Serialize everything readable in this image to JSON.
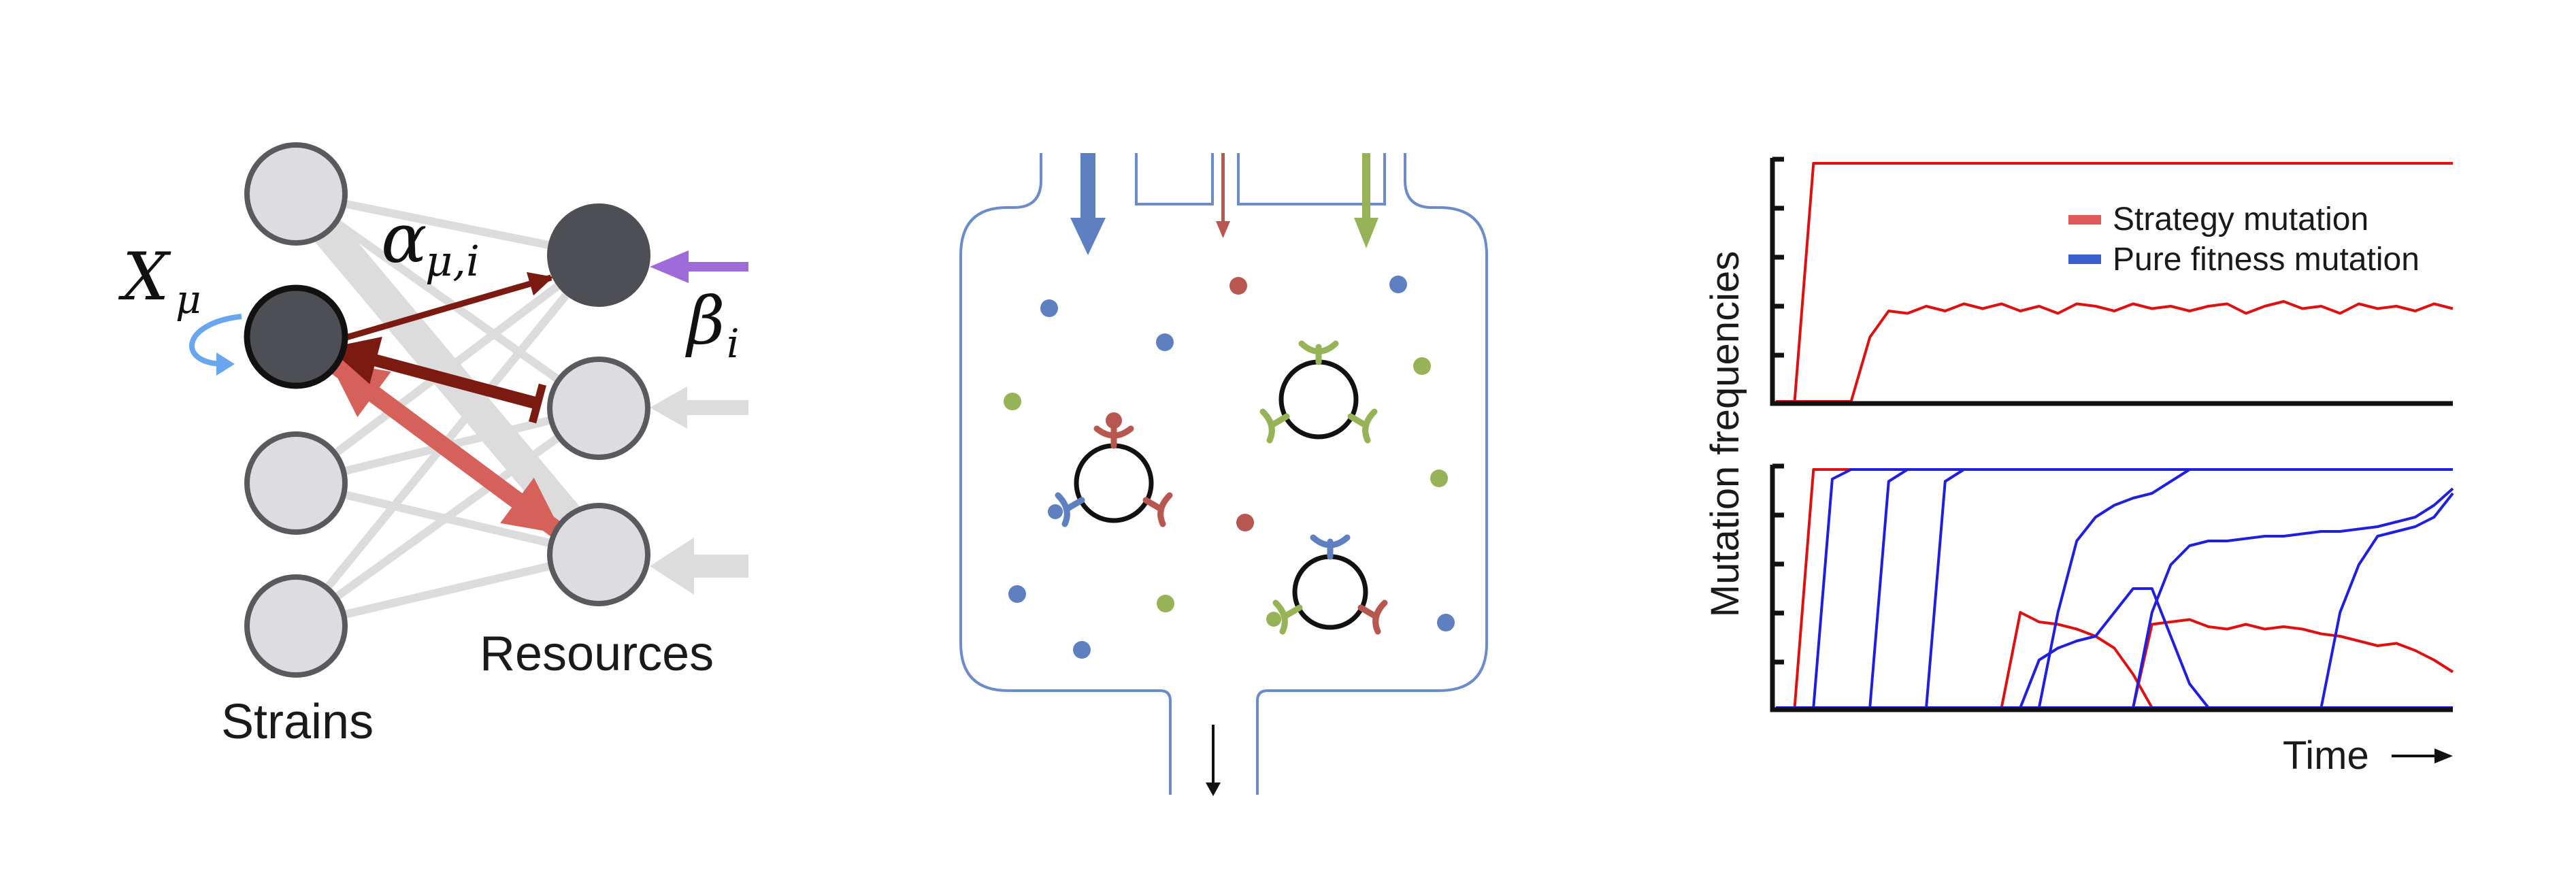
{
  "network": {
    "strains_label": "Strains",
    "resources_label": "Resources",
    "alpha_label": "α",
    "alpha_sub": "μ,i",
    "x_label": "X",
    "x_sub": "μ",
    "beta_label": "β",
    "beta_sub": "i",
    "colors": {
      "node_fill": "#dddde0",
      "node_stroke": "#5a5a5e",
      "node_dark": "#4e4f55",
      "dark_red": "#7b1a10",
      "salmon": "#d6615a",
      "purple": "#9f6bd9",
      "light_blue": "#6aa6ee",
      "grey_line": "#dcdcdc"
    }
  },
  "chemostat": {
    "colors": {
      "blue": "#5e80c0",
      "red": "#b85650",
      "green": "#97b357",
      "outline": "#6b8cc9"
    }
  },
  "plots": {
    "ylabel": "Mutation frequencies",
    "xlabel": "Time",
    "legend": [
      {
        "label": "Strategy mutation",
        "color": "#e05a5a"
      },
      {
        "label": "Pure fitness mutation",
        "color": "#3a5fcd"
      }
    ],
    "line_colors": {
      "red": "#dd1111",
      "blue": "#1f1fdd"
    }
  },
  "chart_data": [
    {
      "type": "line",
      "ylim": [
        0,
        1
      ],
      "series": [
        {
          "values": [
            0,
            0,
            1,
            1,
            1,
            1,
            1,
            1,
            1,
            1,
            1,
            1,
            1,
            1,
            1,
            1,
            1,
            1,
            1,
            1,
            1,
            1,
            1,
            1,
            1,
            1,
            1,
            1,
            1,
            1,
            1,
            1,
            1,
            1,
            1,
            1,
            1
          ]
        },
        {
          "values": [
            0,
            0,
            0,
            0,
            0,
            0.27,
            0.38,
            0.37,
            0.4,
            0.38,
            0.41,
            0.39,
            0.41,
            0.38,
            0.4,
            0.37,
            0.41,
            0.4,
            0.38,
            0.41,
            0.39,
            0.4,
            0.38,
            0.4,
            0.41,
            0.37,
            0.4,
            0.42,
            0.39,
            0.4,
            0.37,
            0.41,
            0.39,
            0.4,
            0.38,
            0.41,
            0.39
          ]
        }
      ]
    },
    {
      "type": "line",
      "ylim": [
        0,
        1
      ],
      "series": [
        {
          "values": [
            0,
            0,
            1,
            1,
            1,
            1,
            1,
            1,
            1,
            1,
            1,
            1,
            1,
            1,
            1,
            1,
            1,
            1,
            1,
            1,
            1,
            1,
            1,
            1,
            1,
            1,
            1,
            1,
            1,
            1,
            1,
            1,
            1,
            1,
            1,
            1,
            1
          ]
        },
        {
          "values": [
            0,
            0,
            0,
            0,
            0,
            0,
            0,
            0,
            0,
            0,
            0,
            0,
            0,
            0.4,
            0.36,
            0.35,
            0.33,
            0.3,
            0.25,
            0.14,
            0,
            0,
            0,
            0,
            0,
            0,
            0,
            0,
            0,
            0,
            0,
            0,
            0,
            0,
            0,
            0,
            0
          ]
        },
        {
          "values": [
            0,
            0,
            0,
            0,
            0,
            0,
            0,
            0,
            0,
            0,
            0,
            0,
            0,
            0,
            0,
            0,
            0,
            0,
            0,
            0,
            0.35,
            0.36,
            0.37,
            0.34,
            0.33,
            0.35,
            0.33,
            0.34,
            0.33,
            0.31,
            0.3,
            0.28,
            0.26,
            0.27,
            0.24,
            0.2,
            0.15
          ]
        },
        {
          "values": [
            0,
            0,
            0,
            0.96,
            1,
            1,
            1,
            1,
            1,
            1,
            1,
            1,
            1,
            1,
            1,
            1,
            1,
            1,
            1,
            1,
            1,
            1,
            1,
            1,
            1,
            1,
            1,
            1,
            1,
            1,
            1,
            1,
            1,
            1,
            1,
            1,
            1
          ]
        },
        {
          "values": [
            0,
            0,
            0,
            0,
            0,
            0,
            0.95,
            1,
            1,
            1,
            1,
            1,
            1,
            1,
            1,
            1,
            1,
            1,
            1,
            1,
            1,
            1,
            1,
            1,
            1,
            1,
            1,
            1,
            1,
            1,
            1,
            1,
            1,
            1,
            1,
            1,
            1
          ]
        },
        {
          "values": [
            0,
            0,
            0,
            0,
            0,
            0,
            0,
            0,
            0,
            0.95,
            1,
            1,
            1,
            1,
            1,
            1,
            1,
            1,
            1,
            1,
            1,
            1,
            1,
            1,
            1,
            1,
            1,
            1,
            1,
            1,
            1,
            1,
            1,
            1,
            1,
            1,
            1
          ]
        },
        {
          "values": [
            0,
            0,
            0,
            0,
            0,
            0,
            0,
            0,
            0,
            0,
            0,
            0,
            0,
            0,
            0,
            0.4,
            0.7,
            0.8,
            0.85,
            0.88,
            0.9,
            0.95,
            1,
            1,
            1,
            1,
            1,
            1,
            1,
            1,
            1,
            1,
            1,
            1,
            1,
            1,
            1
          ]
        },
        {
          "values": [
            0,
            0,
            0,
            0,
            0,
            0,
            0,
            0,
            0,
            0,
            0,
            0,
            0,
            0,
            0,
            0,
            0,
            0,
            0,
            0,
            0.4,
            0.6,
            0.68,
            0.7,
            0.7,
            0.71,
            0.72,
            0.72,
            0.73,
            0.74,
            0.74,
            0.75,
            0.76,
            0.78,
            0.8,
            0.85,
            0.92
          ]
        },
        {
          "values": [
            0,
            0,
            0,
            0,
            0,
            0,
            0,
            0,
            0,
            0,
            0,
            0,
            0,
            0,
            0,
            0,
            0,
            0,
            0,
            0,
            0,
            0,
            0,
            0,
            0,
            0,
            0,
            0,
            0,
            0,
            0.4,
            0.6,
            0.72,
            0.74,
            0.76,
            0.8,
            0.9
          ]
        },
        {
          "values": [
            0,
            0,
            0,
            0,
            0,
            0,
            0,
            0,
            0,
            0,
            0,
            0,
            0,
            0,
            0.2,
            0.25,
            0.28,
            0.3,
            0.4,
            0.5,
            0.5,
            0.3,
            0.1,
            0,
            0,
            0,
            0,
            0,
            0,
            0,
            0,
            0,
            0,
            0,
            0,
            0,
            0
          ]
        }
      ]
    }
  ]
}
